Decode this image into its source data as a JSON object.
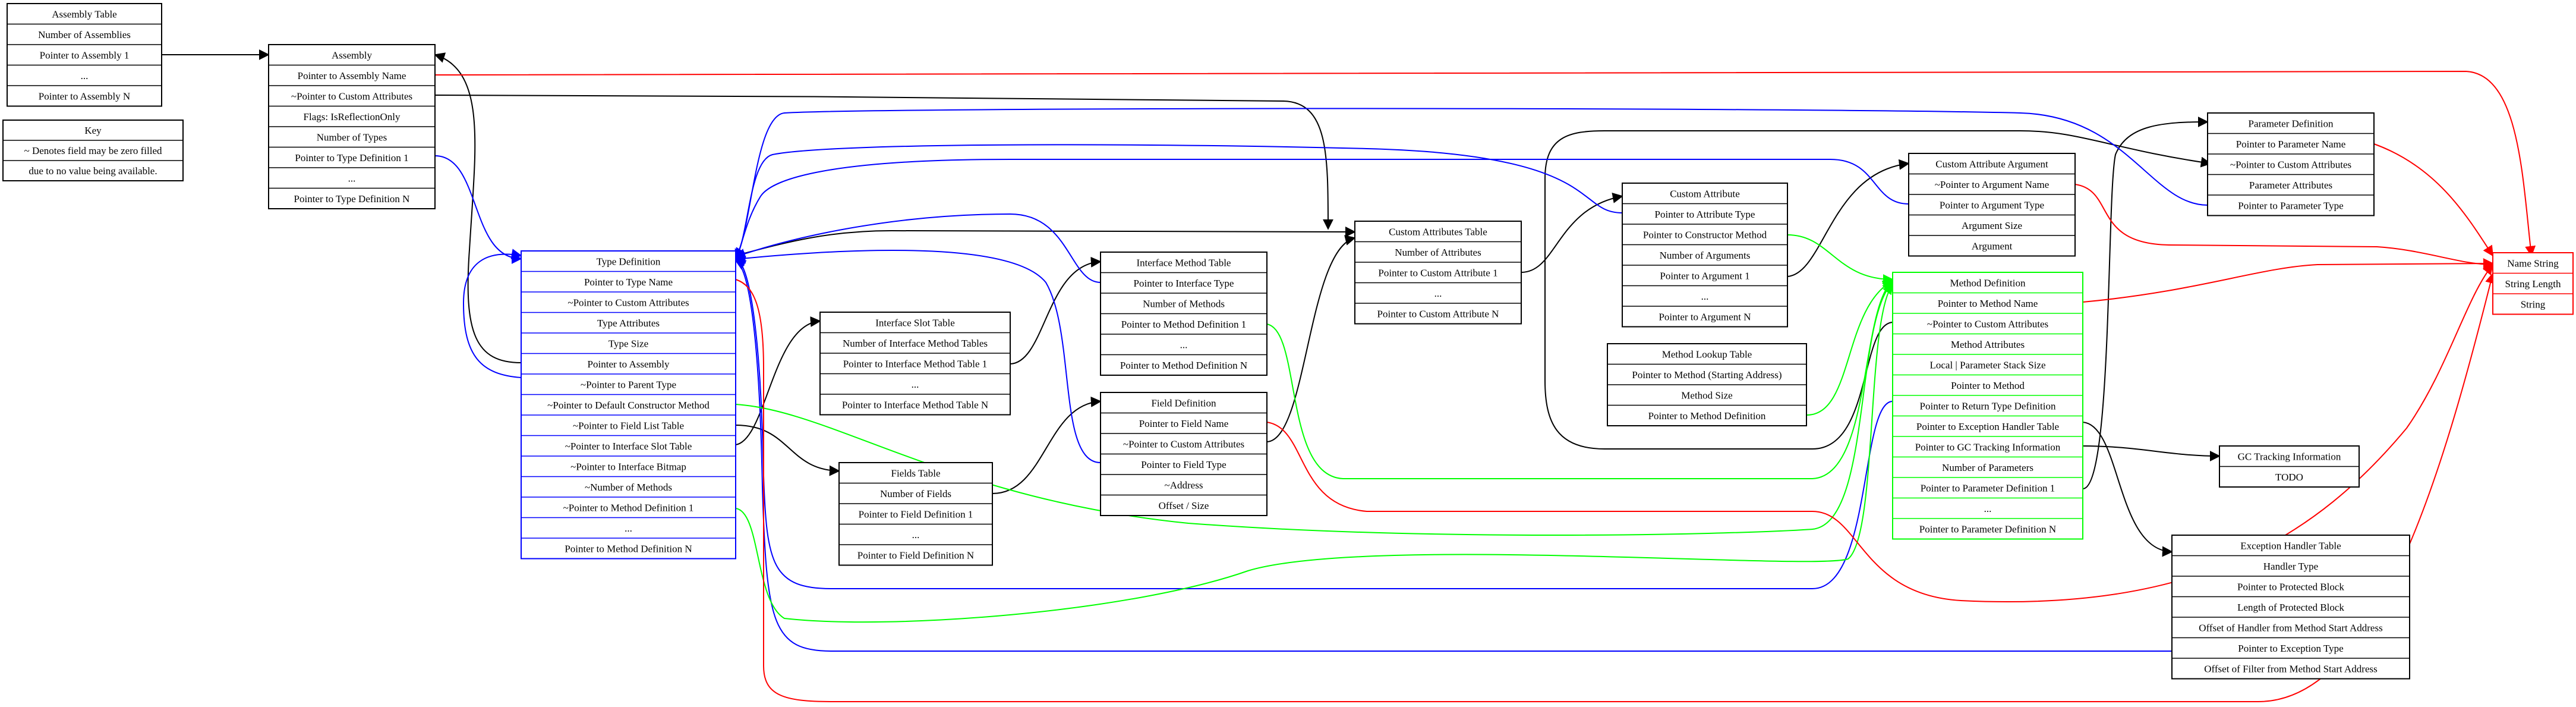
{
  "colors": {
    "black": "#000000",
    "blue": "#0000ff",
    "green": "#00ff00",
    "red": "#ff0000"
  },
  "tables": {
    "assembly_table": {
      "rows": [
        "Assembly Table",
        "Number of Assemblies",
        "Pointer to Assembly 1",
        "...",
        "Pointer to Assembly N"
      ]
    },
    "key": {
      "rows": [
        "Key",
        "~ Denotes field may be zero filled",
        "due to no value being available."
      ]
    },
    "assembly": {
      "rows": [
        "Assembly",
        "Pointer to Assembly Name",
        "~Pointer to Custom Attributes",
        "Flags: IsReflectionOnly",
        "Number of Types",
        "Pointer to Type Definition 1",
        "...",
        "Pointer to Type Definition N"
      ]
    },
    "type_definition": {
      "rows": [
        "Type Definition",
        "Pointer to Type Name",
        "~Pointer to Custom Attributes",
        "Type Attributes",
        "Type Size",
        "Pointer to Assembly",
        "~Pointer to Parent Type",
        "~Pointer to Default Constructor Method",
        "~Pointer to Field List Table",
        "~Pointer to Interface Slot Table",
        "~Pointer to Interface Bitmap",
        "~Number of Methods",
        "~Pointer to Method Definition 1",
        "...",
        "Pointer to Method Definition N"
      ]
    },
    "interface_slot_table": {
      "rows": [
        "Interface Slot Table",
        "Number of Interface Method Tables",
        "Pointer to Interface Method Table 1",
        "...",
        "Pointer to Interface Method Table N"
      ]
    },
    "fields_table": {
      "rows": [
        "Fields Table",
        "Number of Fields",
        "Pointer to Field Definition 1",
        "...",
        "Pointer to Field Definition N"
      ]
    },
    "interface_method_table": {
      "rows": [
        "Interface Method Table",
        "Pointer to Interface Type",
        "Number of Methods",
        "Pointer to Method Definition 1",
        "...",
        "Pointer to Method Definition N"
      ]
    },
    "field_definition": {
      "rows": [
        "Field Definition",
        "Pointer to Field Name",
        "~Pointer to Custom Attributes",
        "Pointer to Field Type",
        "~Address",
        "Offset / Size"
      ]
    },
    "custom_attributes_table": {
      "rows": [
        "Custom Attributes Table",
        "Number of Attributes",
        "Pointer to Custom Attribute 1",
        "...",
        "Pointer to Custom Attribute N"
      ]
    },
    "custom_attribute": {
      "rows": [
        "Custom Attribute",
        "Pointer to Attribute Type",
        "Pointer to Constructor Method",
        "Number of Arguments",
        "Pointer to Argument 1",
        "...",
        "Pointer to Argument N"
      ]
    },
    "method_lookup_table": {
      "rows": [
        "Method Lookup Table",
        "Pointer to Method (Starting Address)",
        "Method Size",
        "Pointer to Method Definition"
      ]
    },
    "custom_attribute_argument": {
      "rows": [
        "Custom Attribute Argument",
        "~Pointer to Argument Name",
        "Pointer to Argument Type",
        "Argument Size",
        "Argument"
      ]
    },
    "method_definition": {
      "rows": [
        "Method Definition",
        "Pointer to Method Name",
        "~Pointer to Custom Attributes",
        "Method Attributes",
        "Local | Parameter Stack Size",
        "Pointer to Method",
        "Pointer to Return Type Definition",
        "Pointer to Exception Handler Table",
        "Pointer to GC Tracking Information",
        "Number of Parameters",
        "Pointer to Parameter Definition 1",
        "...",
        "Pointer to Parameter Definition N"
      ]
    },
    "parameter_definition": {
      "rows": [
        "Parameter Definition",
        "Pointer to Parameter Name",
        "~Pointer to Custom Attributes",
        "Parameter Attributes",
        "Pointer to Parameter Type"
      ]
    },
    "name_string": {
      "rows": [
        "Name String",
        "String Length",
        "String"
      ]
    },
    "gc_tracking_information": {
      "rows": [
        "GC Tracking Information",
        "TODO"
      ]
    },
    "exception_handler_table": {
      "rows": [
        "Exception Handler Table",
        "Handler Type",
        "Pointer to Protected Block",
        "Length of Protected Block",
        "Offset of Handler from Method Start Address",
        "Pointer to Exception Type",
        "Offset of Filter from Method Start Address"
      ]
    }
  }
}
